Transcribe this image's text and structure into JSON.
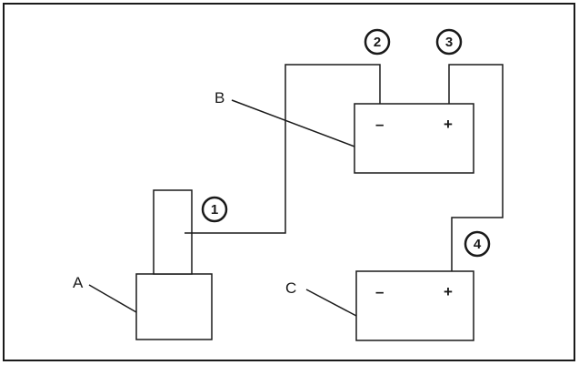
{
  "labels": {
    "a": "A",
    "b": "B",
    "c": "C"
  },
  "battery_b": {
    "negative": "–",
    "positive": "+"
  },
  "battery_c": {
    "negative": "–",
    "positive": "+"
  },
  "callouts": {
    "one": "1",
    "two": "2",
    "three": "3",
    "four": "4"
  },
  "colors": {
    "line": "#1a1a1a",
    "background": "#ffffff"
  }
}
